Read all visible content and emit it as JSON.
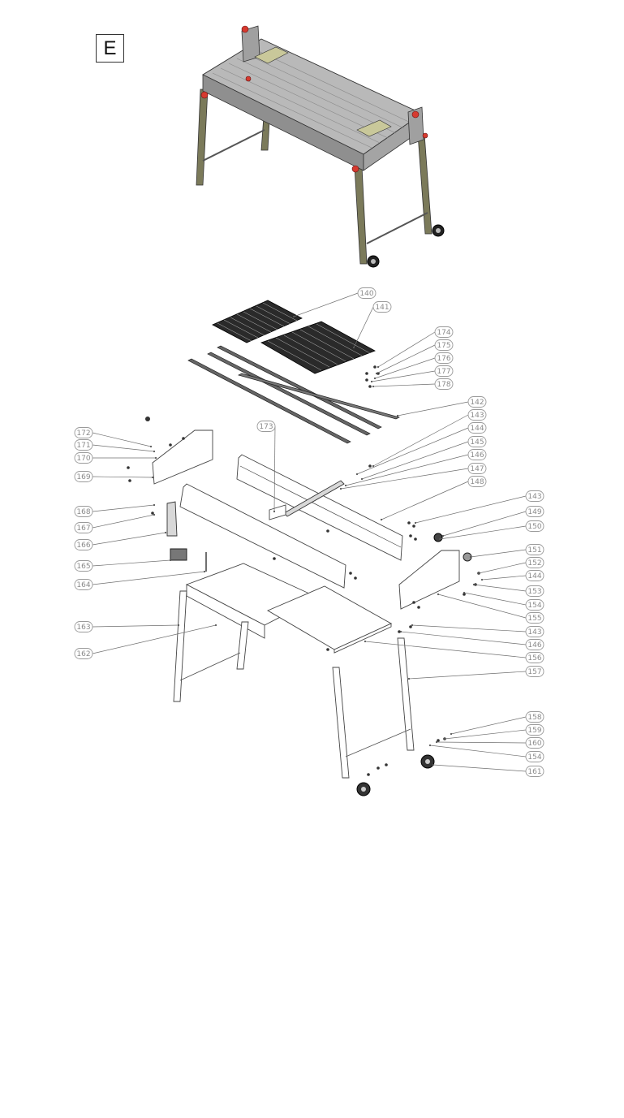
{
  "section_label": "E",
  "colors": {
    "frame": "#9d9d9d",
    "legs": "#7b7a5a",
    "knobs": "#d63a2f",
    "callout": "#8a8a8a"
  },
  "callouts": [
    {
      "id": "c140",
      "label": "140"
    },
    {
      "id": "c141",
      "label": "141"
    },
    {
      "id": "c174",
      "label": "174"
    },
    {
      "id": "c175",
      "label": "175"
    },
    {
      "id": "c176",
      "label": "176"
    },
    {
      "id": "c177",
      "label": "177"
    },
    {
      "id": "c178",
      "label": "178"
    },
    {
      "id": "c142",
      "label": "142"
    },
    {
      "id": "c143a",
      "label": "143"
    },
    {
      "id": "c144a",
      "label": "144"
    },
    {
      "id": "c145",
      "label": "145"
    },
    {
      "id": "c146a",
      "label": "146"
    },
    {
      "id": "c147",
      "label": "147"
    },
    {
      "id": "c148",
      "label": "148"
    },
    {
      "id": "c173",
      "label": "173"
    },
    {
      "id": "c172",
      "label": "172"
    },
    {
      "id": "c171",
      "label": "171"
    },
    {
      "id": "c170",
      "label": "170"
    },
    {
      "id": "c169",
      "label": "169"
    },
    {
      "id": "c168",
      "label": "168"
    },
    {
      "id": "c167",
      "label": "167"
    },
    {
      "id": "c166",
      "label": "166"
    },
    {
      "id": "c165",
      "label": "165"
    },
    {
      "id": "c164",
      "label": "164"
    },
    {
      "id": "c163",
      "label": "163"
    },
    {
      "id": "c162",
      "label": "162"
    },
    {
      "id": "c143b",
      "label": "143"
    },
    {
      "id": "c149",
      "label": "149"
    },
    {
      "id": "c150",
      "label": "150"
    },
    {
      "id": "c151",
      "label": "151"
    },
    {
      "id": "c152",
      "label": "152"
    },
    {
      "id": "c144b",
      "label": "144"
    },
    {
      "id": "c153",
      "label": "153"
    },
    {
      "id": "c154a",
      "label": "154"
    },
    {
      "id": "c155",
      "label": "155"
    },
    {
      "id": "c143c",
      "label": "143"
    },
    {
      "id": "c146b",
      "label": "146"
    },
    {
      "id": "c156",
      "label": "156"
    },
    {
      "id": "c157",
      "label": "157"
    },
    {
      "id": "c158",
      "label": "158"
    },
    {
      "id": "c159",
      "label": "159"
    },
    {
      "id": "c160",
      "label": "160"
    },
    {
      "id": "c154b",
      "label": "154"
    },
    {
      "id": "c161",
      "label": "161"
    }
  ]
}
